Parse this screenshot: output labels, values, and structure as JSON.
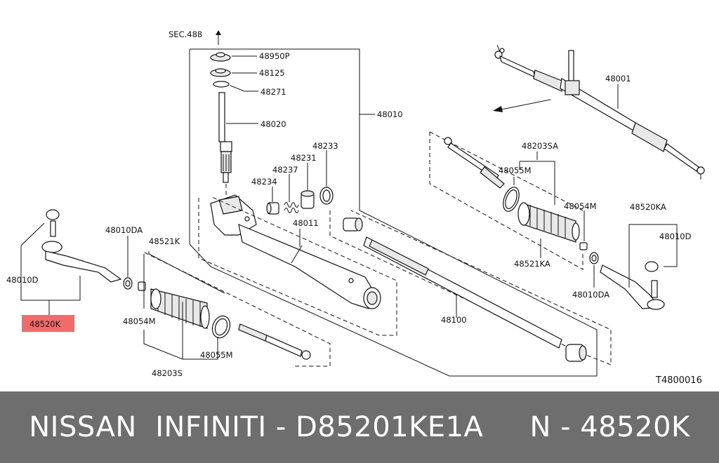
{
  "diagram": {
    "header_ref": "SEC.488",
    "drawing_id": "T4800016",
    "highlight_color": "#f26b6b",
    "labels": {
      "p48950p": "48950P",
      "p48125": "48125",
      "p48271": "48271",
      "p48020": "48020",
      "p48010": "48010",
      "p48233": "48233",
      "p48231": "48231",
      "p48237": "48237",
      "p48234": "48234",
      "p48011": "48011",
      "p48001": "48001",
      "p48203sa": "48203SA",
      "p48055m_r": "48055M",
      "p48054m_r": "48054M",
      "p48521ka": "48521KA",
      "p48520ka": "48520KA",
      "p48010d_r": "48010D",
      "p48010da_r": "48010DA",
      "p48100": "48100",
      "p48010da_l": "48010DA",
      "p48521k": "48521K",
      "p48010d_l": "48010D",
      "p48520k": "48520K",
      "p48054m_l": "48054M",
      "p48055m_l": "48055M",
      "p48203s": "48203S"
    }
  },
  "banner": {
    "text": "NISSAN  INFINITI - D85201KE1A     N - 48520K",
    "background": "#6e6e6e"
  }
}
